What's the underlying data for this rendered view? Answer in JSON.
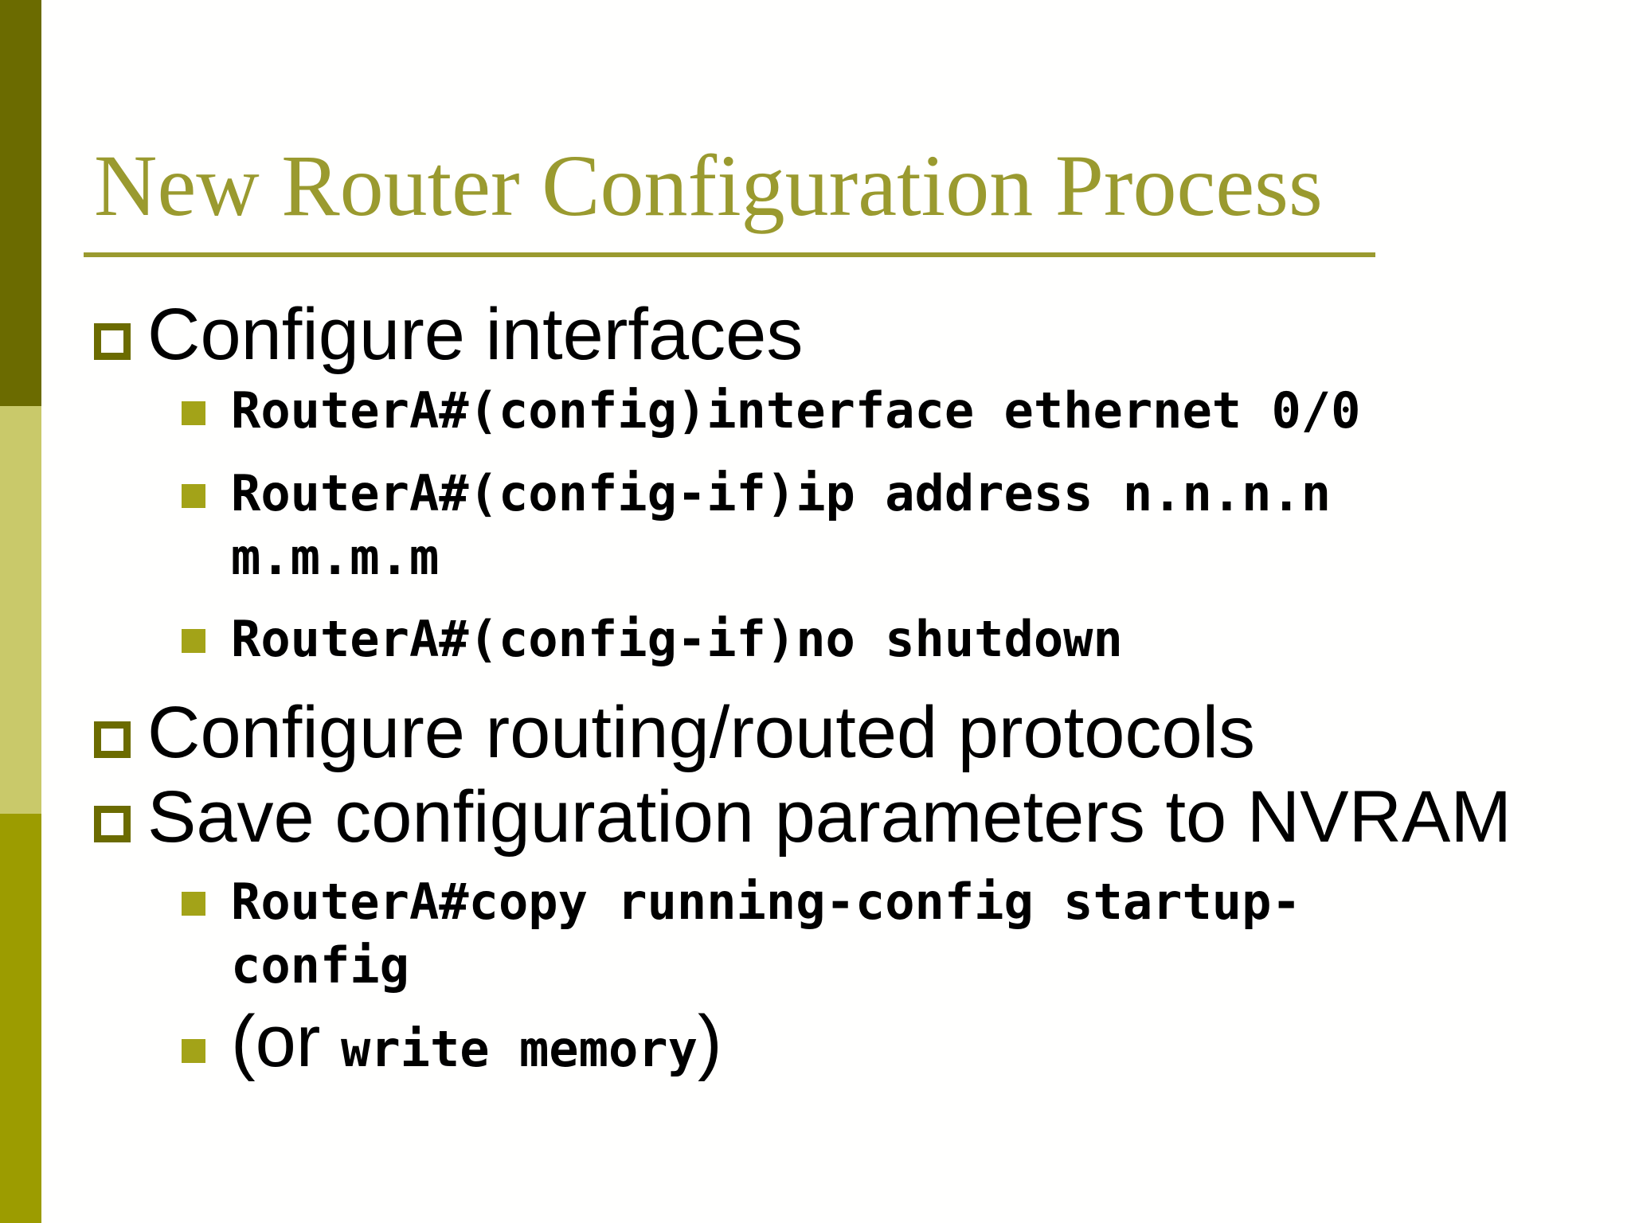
{
  "slide": {
    "title": "New Router Configuration Process",
    "colors": {
      "title_accent": "#9a9a2f",
      "sidebar_top": "#6b6b00",
      "sidebar_middle": "#c9c96a",
      "sidebar_bottom": "#9c9c00",
      "bullet_outline": "#6b6b00",
      "bullet_fill": "#a3a318",
      "body_text": "#000000",
      "background": "#fffffe"
    },
    "icons": {
      "level1_bullet": "outline-square-bullet-icon",
      "level2_bullet": "filled-square-bullet-icon"
    },
    "bullets": [
      {
        "level": 1,
        "text": "Configure interfaces"
      },
      {
        "level": 2,
        "lines": [
          "RouterA#(config)interface ethernet 0/0"
        ]
      },
      {
        "level": 2,
        "lines": [
          "RouterA#(config-if)ip address n.n.n.n",
          "m.m.m.m"
        ]
      },
      {
        "level": 2,
        "lines": [
          "RouterA#(config-if)no shutdown"
        ]
      },
      {
        "level": 1,
        "text": "Configure routing/routed protocols"
      },
      {
        "level": 1,
        "text": "Save configuration parameters to NVRAM"
      },
      {
        "level": 2,
        "lines": [
          "RouterA#copy running-config startup-",
          "config"
        ]
      },
      {
        "level": 2,
        "prefix": "(or ",
        "code": "write memory",
        "suffix": ")"
      }
    ]
  }
}
